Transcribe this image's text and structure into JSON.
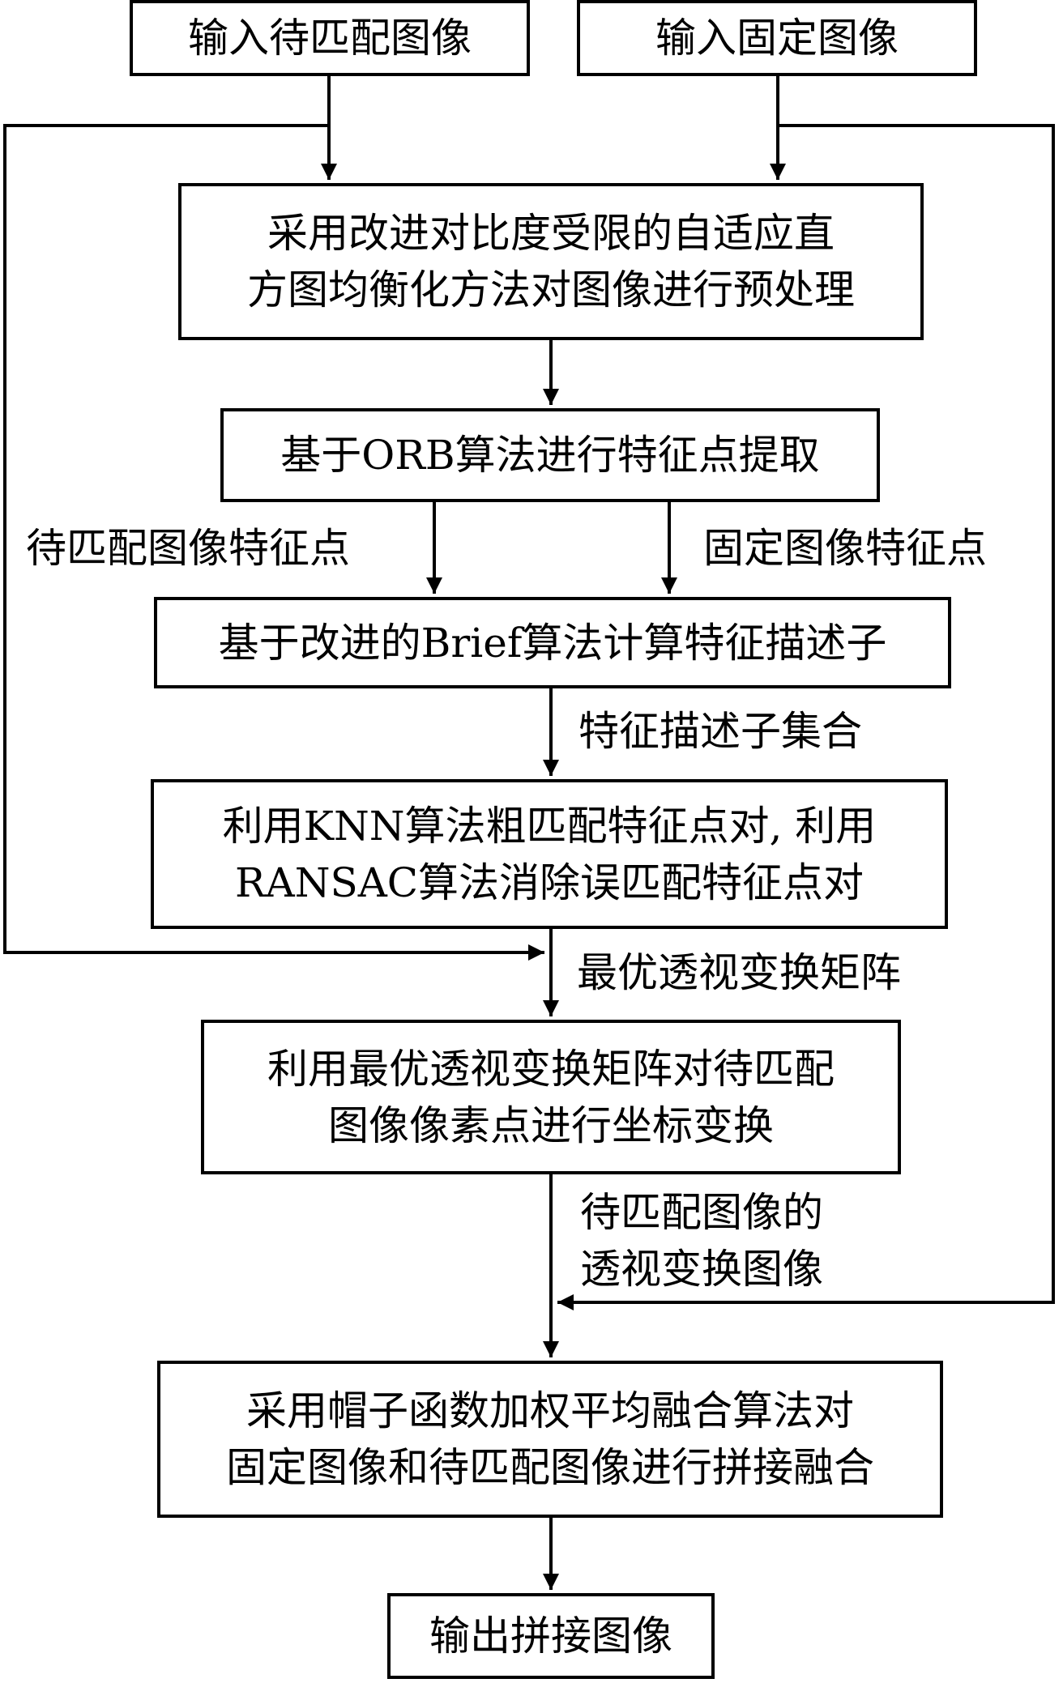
{
  "nodes": {
    "input_moving": "输入待匹配图像",
    "input_fixed": "输入固定图像",
    "preprocess": [
      "采用改进对比度受限的自适应直",
      "方图均衡化方法对图像进行预处理"
    ],
    "orb": "基于ORB算法进行特征点提取",
    "brief": "基于改进的Brief算法计算特征描述子",
    "match": [
      "利用KNN算法粗匹配特征点对, 利用",
      "RANSAC算法消除误匹配特征点对"
    ],
    "transform": [
      "利用最优透视变换矩阵对待匹配",
      "图像像素点进行坐标变换"
    ],
    "fusion": [
      "采用帽子函数加权平均融合算法对",
      "固定图像和待匹配图像进行拼接融合"
    ],
    "output": "输出拼接图像"
  },
  "edge_labels": {
    "moving_features": "待匹配图像特征点",
    "fixed_features": "固定图像特征点",
    "descriptor_set": "特征描述子集合",
    "optimal_matrix": "最优透视变换矩阵",
    "perspective_image": [
      "待匹配图像的",
      "透视变换图像"
    ]
  }
}
